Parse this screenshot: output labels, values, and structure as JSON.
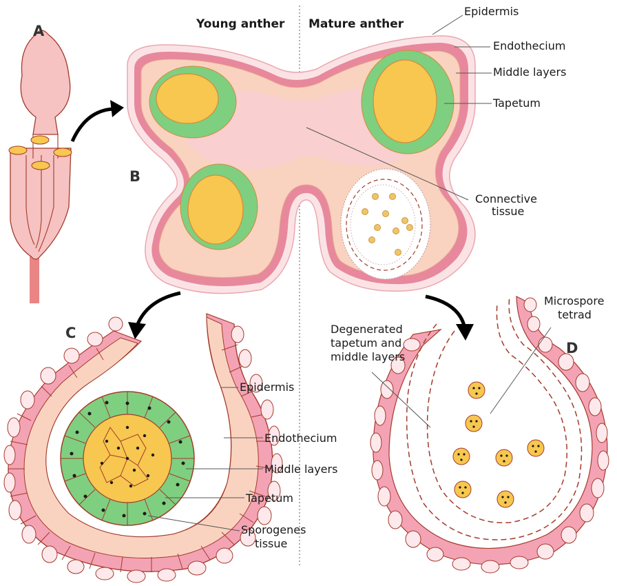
{
  "panels": {
    "a": "A",
    "b": "B",
    "c": "C",
    "d": "D"
  },
  "headers": {
    "young": "Young anther",
    "mature": "Mature anther"
  },
  "labels_b": {
    "epidermis": "Epidermis",
    "endothecium": "Endothecium",
    "middle_layers": "Middle layers",
    "tapetum": "Tapetum",
    "connective_1": "Connective",
    "connective_2": "tissue"
  },
  "labels_c": {
    "epidermis": "Epidermis",
    "endothecium": "Endothecium",
    "middle_layers": "Middle layers",
    "tapetum": "Tapetum",
    "sporogenes_1": "Sporogenes",
    "sporogenes_2": "tissue"
  },
  "labels_d": {
    "degenerated_1": "Degenerated",
    "degenerated_2": "tapetum and",
    "degenerated_3": "middle layers",
    "microspore_1": "Microspore",
    "microspore_2": "tetrad"
  },
  "colors": {
    "epidermis": "#f5c6cb",
    "epidermis_fill": "#fbe3e5",
    "endothecium": "#e8889c",
    "middle": "#f9d3c0",
    "connective": "#f9cfcf",
    "tapetum": "#7fcf80",
    "sporogenous": "#f7c74f",
    "outline": "#a33a2a"
  }
}
